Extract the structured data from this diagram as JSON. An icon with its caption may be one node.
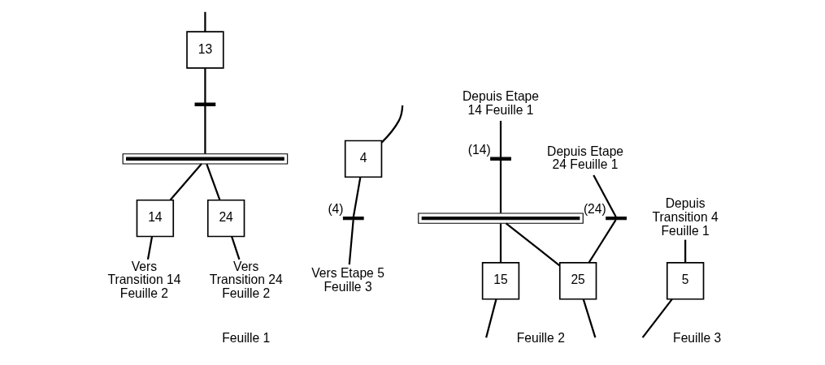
{
  "diagram": {
    "nodes": [
      {
        "text": [
          "4"
        ]
      },
      {
        "text": [],
        "shape": "bar",
        "beside": [
          "(4)"
        ]
      },
      {
        "text": [
          "Vers Etape 5 Feuille 3"
        ]
      },
      {
        "text": [
          "13"
        ]
      },
      {
        "text": [],
        "shape": "bar"
      },
      {
        "text": [],
        "shape": "bar"
      },
      {
        "text": [
          "14"
        ]
      },
      {
        "text": [
          "24"
        ]
      },
      {
        "text": [
          "Vers Transition 14 Feuille 2"
        ]
      },
      {
        "text": [
          "Vers Transition 24 Feuille 2"
        ]
      },
      {
        "text": [
          "Depuis Etape 14 Feuille 1"
        ]
      },
      {
        "text": [
          "Depuis Etape 24 Feuille 1"
        ]
      },
      {
        "text": [],
        "shape": "bar",
        "beside": [
          "(14)"
        ]
      },
      {
        "text": [],
        "shape": "bar",
        "beside": [
          "(24)"
        ]
      },
      {
        "text": [],
        "shape": "bar"
      },
      {
        "text": [
          "15"
        ]
      },
      {
        "text": [
          "25"
        ]
      },
      {
        "text": [
          "Depuis Transition 4 Feuille 1"
        ]
      },
      {
        "text": [
          "5"
        ]
      }
    ],
    "edges": [
      {
        "from": null,
        "to": 0,
        "arrow": "none"
      },
      {
        "from": 0,
        "to": 1,
        "arrow": "none"
      },
      {
        "from": 1,
        "to": 2,
        "arrow": "none"
      },
      {
        "from": null,
        "to": 3,
        "arrow": "none"
      },
      {
        "from": 3,
        "to": 4,
        "arrow": "none"
      },
      {
        "from": 4,
        "to": 5,
        "arrow": "none"
      },
      {
        "from": 5,
        "to": 6,
        "arrow": "none"
      },
      {
        "from": 5,
        "to": 7,
        "arrow": "none"
      },
      {
        "from": 6,
        "to": 8,
        "arrow": "none"
      },
      {
        "from": 7,
        "to": 9,
        "arrow": "none"
      },
      {
        "from": 10,
        "to": 12,
        "arrow": "none"
      },
      {
        "from": 11,
        "to": 13,
        "arrow": "none"
      },
      {
        "from": 12,
        "to": 14,
        "arrow": "none"
      },
      {
        "from": 13,
        "to": 16,
        "arrow": "none"
      },
      {
        "from": 14,
        "to": 15,
        "arrow": "none"
      },
      {
        "from": 14,
        "to": 16,
        "arrow": "none"
      },
      {
        "from": 15,
        "to": null,
        "arrow": "none"
      },
      {
        "from": 16,
        "to": null,
        "arrow": "none"
      },
      {
        "from": 17,
        "to": 18,
        "arrow": "none"
      },
      {
        "from": 18,
        "to": null,
        "arrow": "none"
      }
    ],
    "labels": [
      "Feuille 1",
      "Feuille 2",
      "Feuille 3"
    ]
  }
}
